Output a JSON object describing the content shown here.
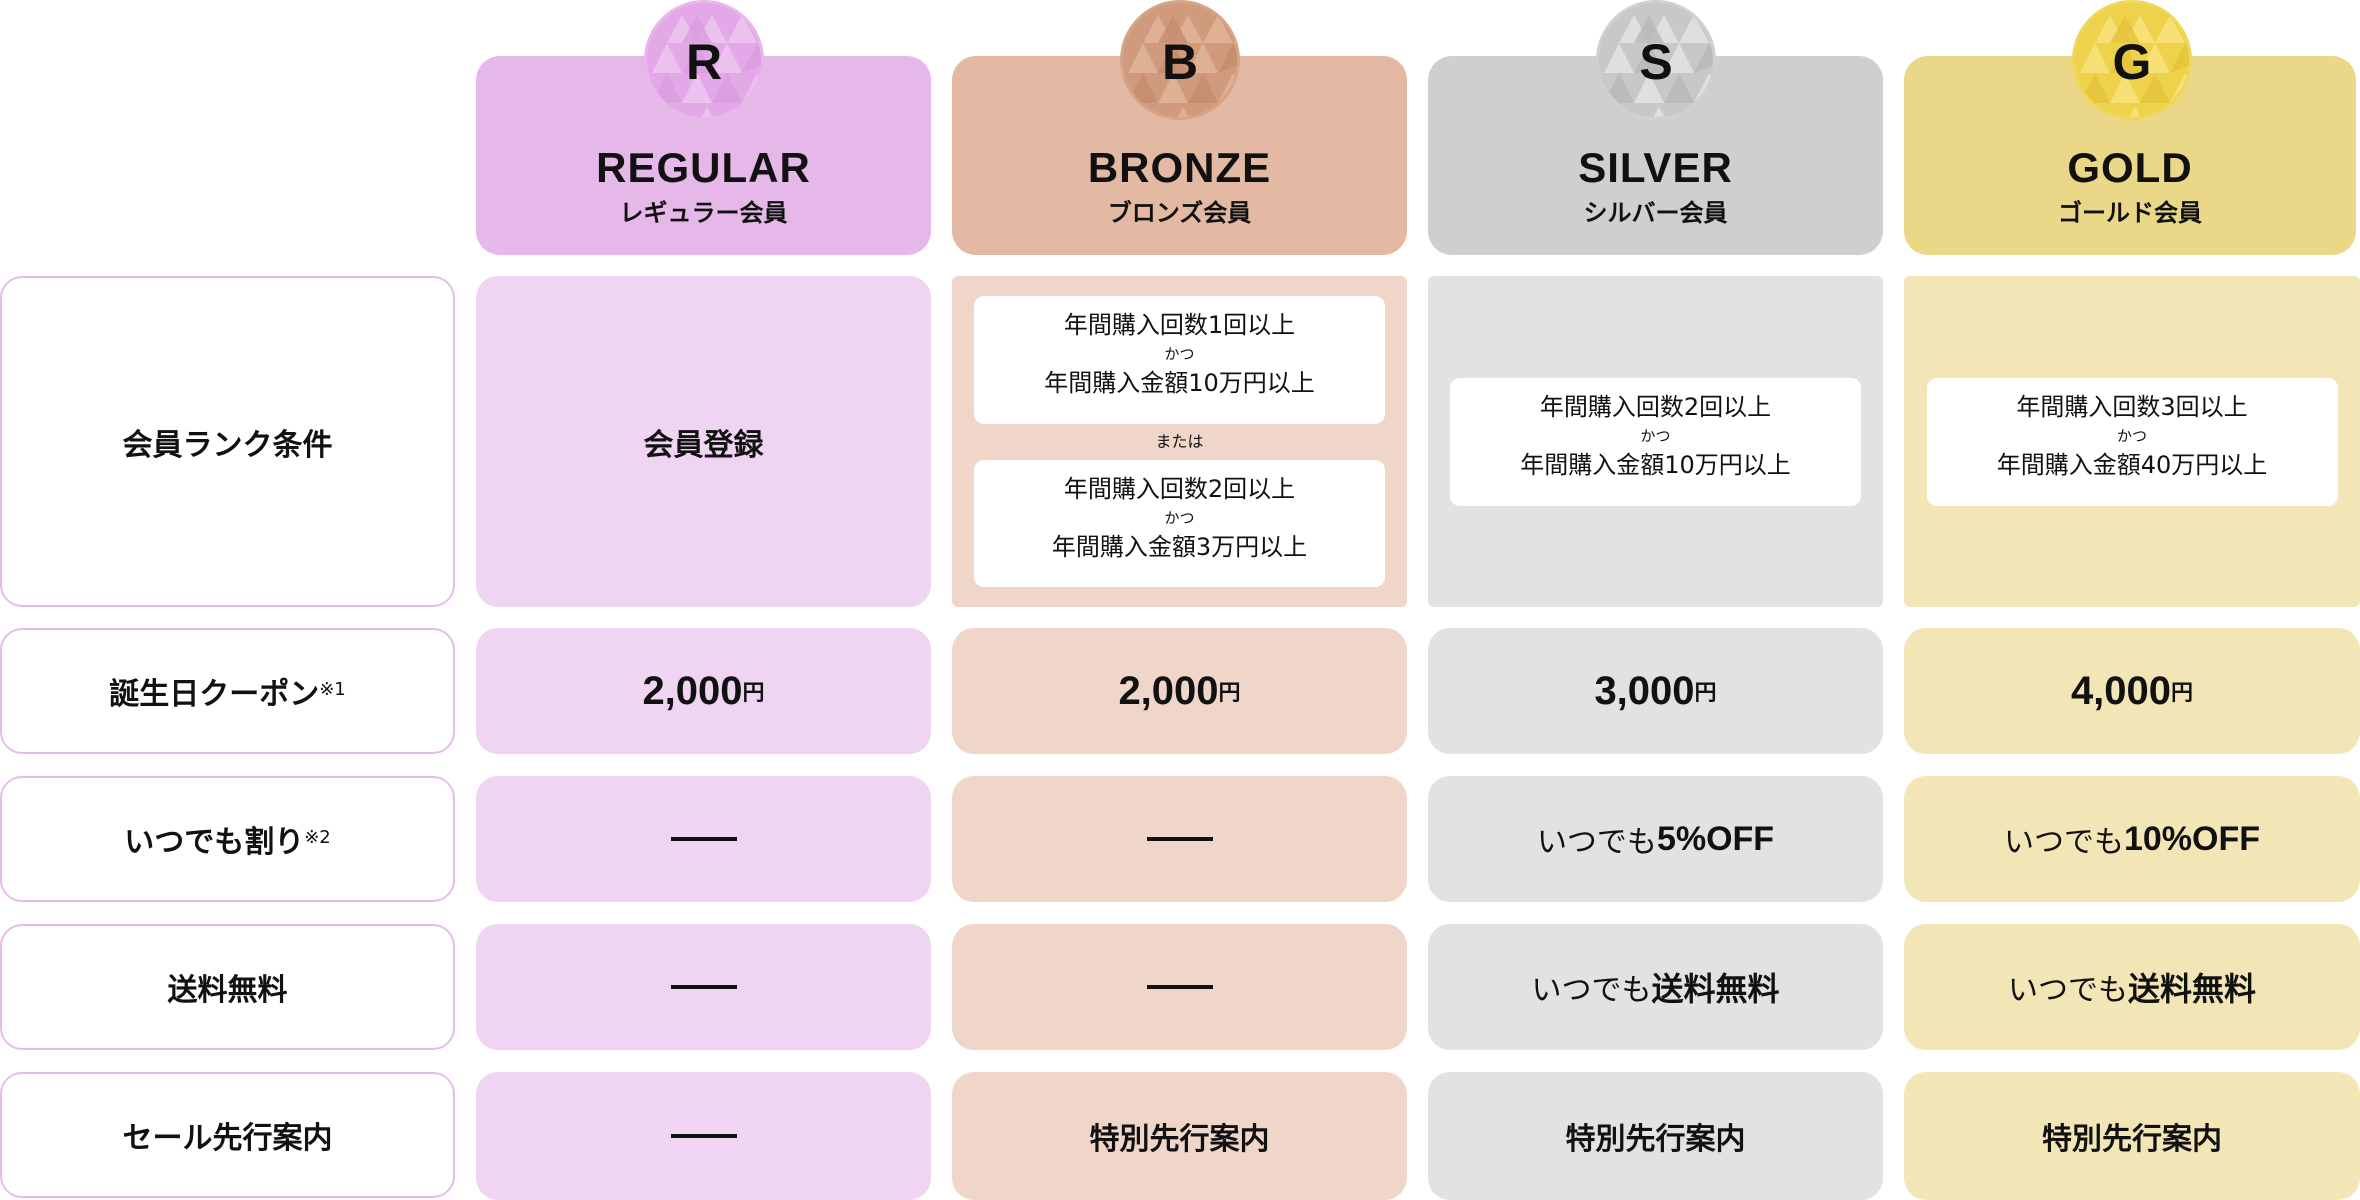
{
  "tiers": [
    {
      "key": "regular",
      "letter": "R",
      "name_en": "REGULAR",
      "name_ja": "レギュラー会員",
      "header_color": "#e6b8ea",
      "cell_color": "#f0d5f2",
      "badge_colors": [
        "#e3a8e8",
        "#ecc5ef",
        "#d79edc"
      ]
    },
    {
      "key": "bronze",
      "letter": "B",
      "name_en": "BRONZE",
      "name_ja": "ブロンズ会員",
      "header_color": "#e4b9a3",
      "cell_color": "#f0d5c9",
      "badge_colors": [
        "#d09a7c",
        "#e0b497",
        "#c58c6e"
      ]
    },
    {
      "key": "silver",
      "letter": "S",
      "name_en": "SILVER",
      "name_ja": "シルバー会員",
      "header_color": "#cfcfcf",
      "cell_color": "#e2e2e2",
      "badge_colors": [
        "#c8c8c8",
        "#e2e2e2",
        "#b8b8b8"
      ]
    },
    {
      "key": "gold",
      "letter": "G",
      "name_en": "GOLD",
      "name_ja": "ゴールド会員",
      "header_color": "#ead787",
      "cell_color": "#f3e6b6",
      "badge_colors": [
        "#efd24b",
        "#f8e27a",
        "#e3c33a"
      ]
    }
  ],
  "rows": {
    "conditions": {
      "label": "会員ランク条件",
      "regular": "会員登録",
      "bronze": {
        "option1": {
          "line1": "年間購入回数1回以上",
          "and": "かつ",
          "line2": "年間購入金額10万円以上"
        },
        "or": "または",
        "option2": {
          "line1": "年間購入回数2回以上",
          "and": "かつ",
          "line2": "年間購入金額3万円以上"
        }
      },
      "silver": {
        "line1": "年間購入回数2回以上",
        "and": "かつ",
        "line2": "年間購入金額10万円以上"
      },
      "gold": {
        "line1": "年間購入回数3回以上",
        "and": "かつ",
        "line2": "年間購入金額40万円以上"
      }
    },
    "coupon": {
      "label": "誕生日クーポン",
      "note": "※1",
      "currency": "円",
      "regular": "2,000",
      "bronze": "2,000",
      "silver": "3,000",
      "gold": "4,000"
    },
    "discount": {
      "label": "いつでも割り",
      "note": "※2",
      "regular": "—",
      "bronze": "—",
      "silver": {
        "prefix": "いつでも",
        "value": "5%OFF"
      },
      "gold": {
        "prefix": "いつでも",
        "value": "10%OFF"
      }
    },
    "shipping": {
      "label": "送料無料",
      "regular": "—",
      "bronze": "—",
      "silver": {
        "prefix": "いつでも",
        "value": "送料無料"
      },
      "gold": {
        "prefix": "いつでも",
        "value": "送料無料"
      }
    },
    "sale": {
      "label": "セール先行案内",
      "regular": "—",
      "bronze": "特別先行案内",
      "silver": "特別先行案内",
      "gold": "特別先行案内"
    }
  },
  "colors": {
    "label_border": "#e6bdea",
    "text": "#111111"
  }
}
